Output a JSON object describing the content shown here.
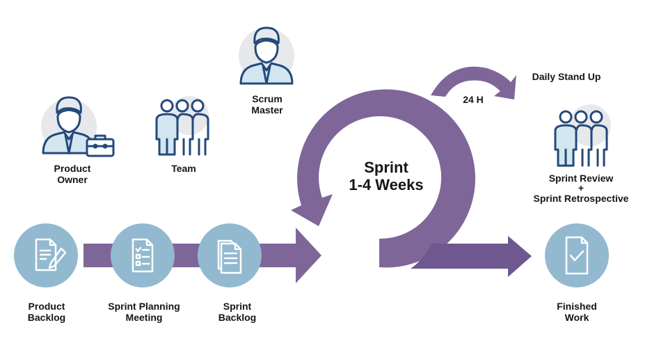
{
  "title": "Scrum Process",
  "colors": {
    "arrow": "#7E6699",
    "arrow_shadow": "#6B5585",
    "step_circle": "#92B9CF",
    "icon_stroke": "#23497A",
    "icon_fill": "#D3E6F0",
    "avatar_bg": "#E6E8EB"
  },
  "roles": [
    {
      "id": "product-owner",
      "icon": "person-briefcase-icon",
      "lines": [
        "Product",
        "Owner"
      ]
    },
    {
      "id": "team",
      "icon": "group-icon",
      "lines": [
        "Team"
      ]
    },
    {
      "id": "scrum-master",
      "icon": "person-icon",
      "lines": [
        "Scrum",
        "Master"
      ]
    }
  ],
  "steps": [
    {
      "id": "product-backlog",
      "icon": "document-pencil-icon",
      "lines": [
        "Product",
        "Backlog"
      ]
    },
    {
      "id": "sprint-planning-meeting",
      "icon": "checklist-icon",
      "lines": [
        "Sprint Planning",
        "Meeting"
      ]
    },
    {
      "id": "sprint-backlog",
      "icon": "documents-stack-icon",
      "lines": [
        "Sprint",
        "Backlog"
      ]
    },
    {
      "id": "finished-work",
      "icon": "document-check-icon",
      "lines": [
        "Finished",
        "Work"
      ]
    }
  ],
  "sprint": {
    "lines": [
      "Sprint",
      "1-4 Weeks"
    ]
  },
  "daily": {
    "cycle_label": "24 H",
    "label": "Daily Stand Up"
  },
  "review": {
    "icon": "group-icon",
    "lines": [
      "Sprint Review",
      "+",
      "Sprint Retrospective"
    ]
  }
}
